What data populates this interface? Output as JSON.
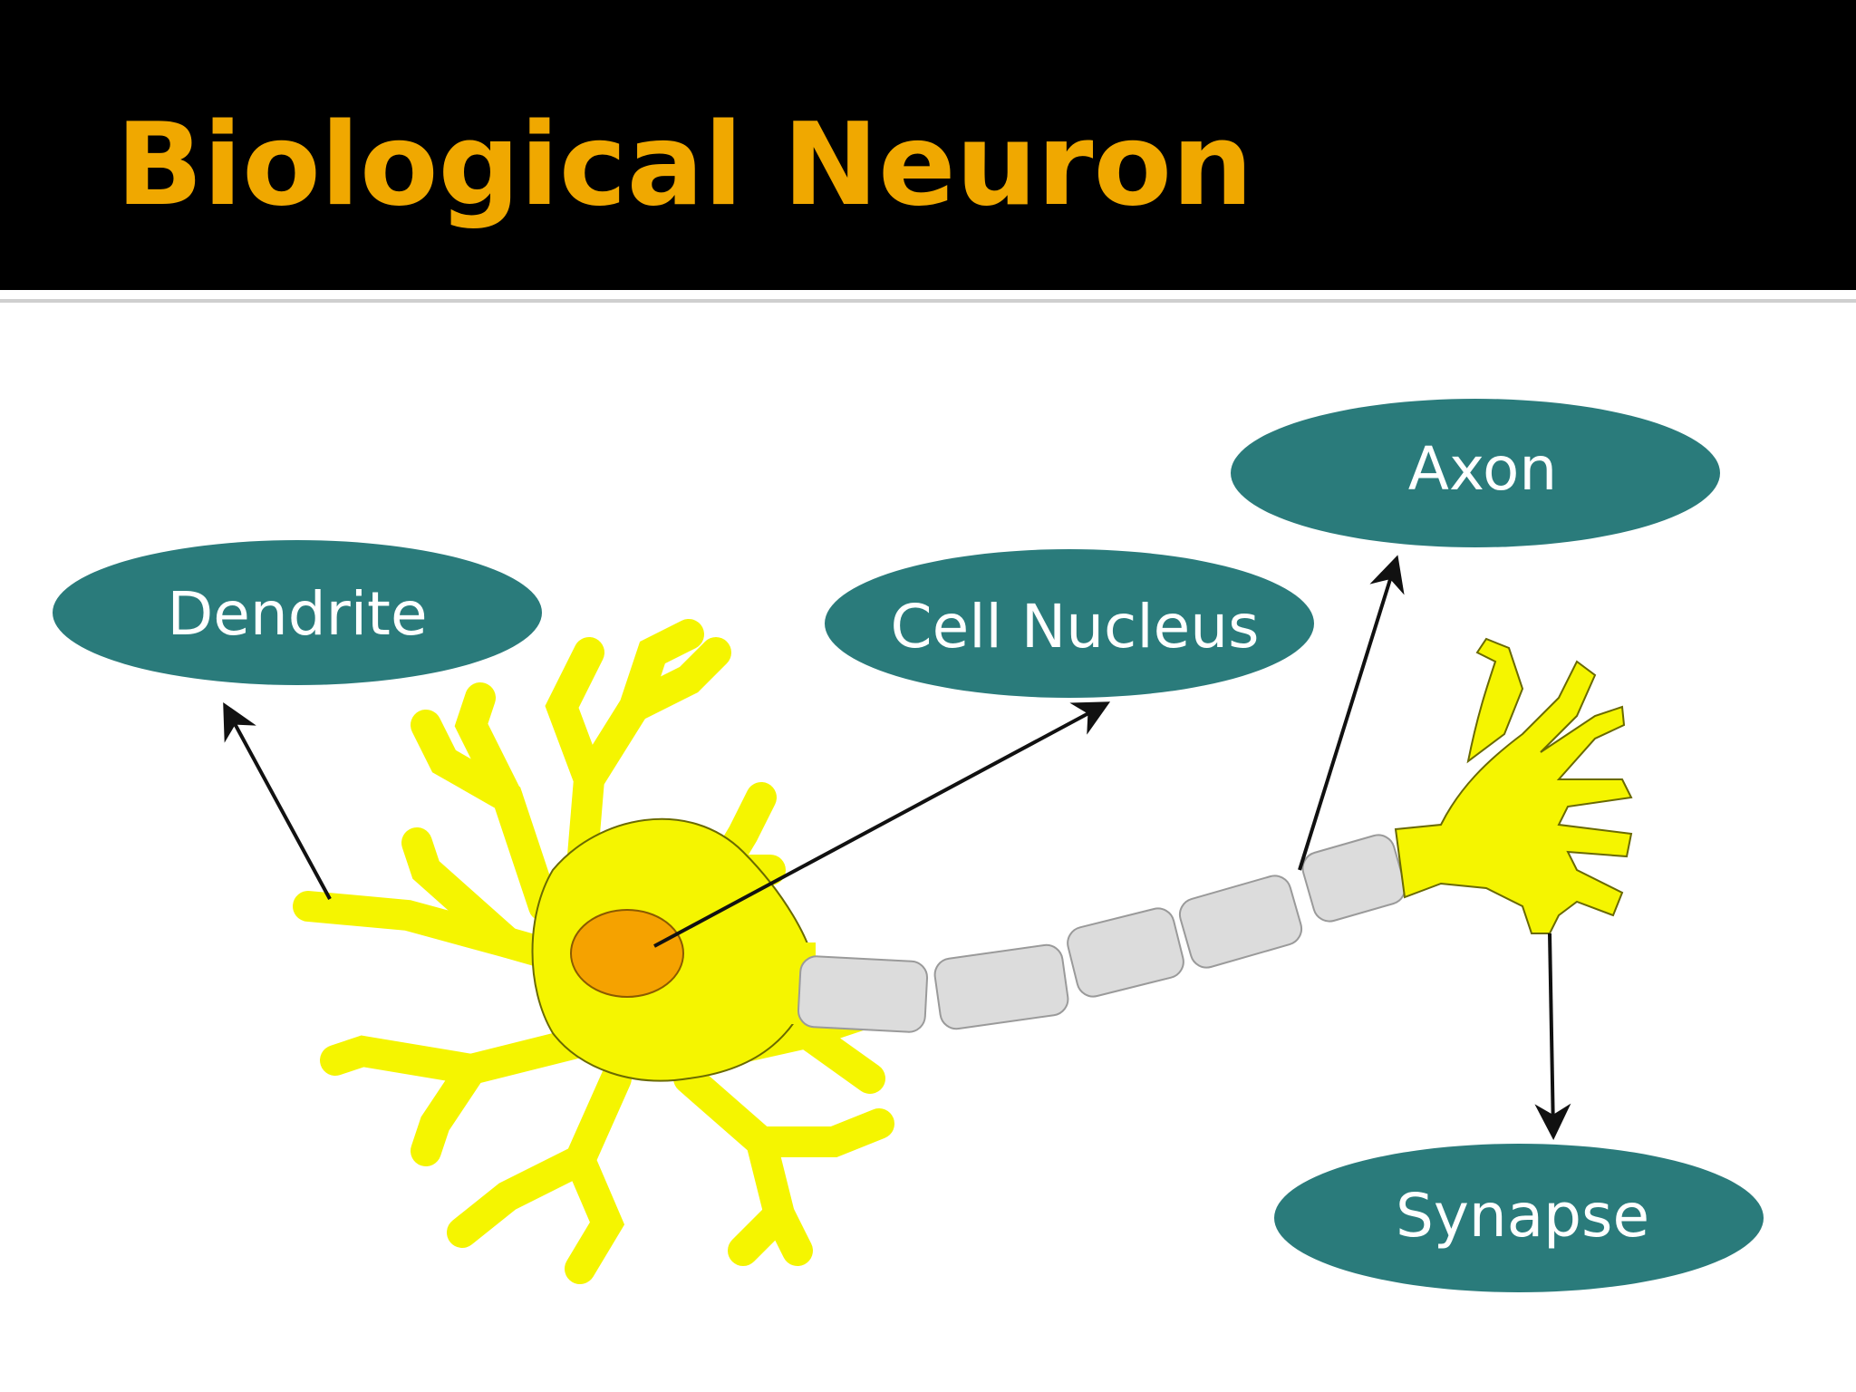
{
  "slide": {
    "title": "Biological Neuron",
    "title_color": "#f0a800",
    "header_bg": "#000000"
  },
  "diagram": {
    "bubble_color": "#2a7b7b",
    "cell_color": "#f5f500",
    "nucleus_color": "#f5a200",
    "myelin_color": "#dcdcdc",
    "labels": {
      "dendrite": "Dendrite",
      "nucleus": "Cell Nucleus",
      "axon": "Axon",
      "synapse": "Synapse"
    }
  }
}
